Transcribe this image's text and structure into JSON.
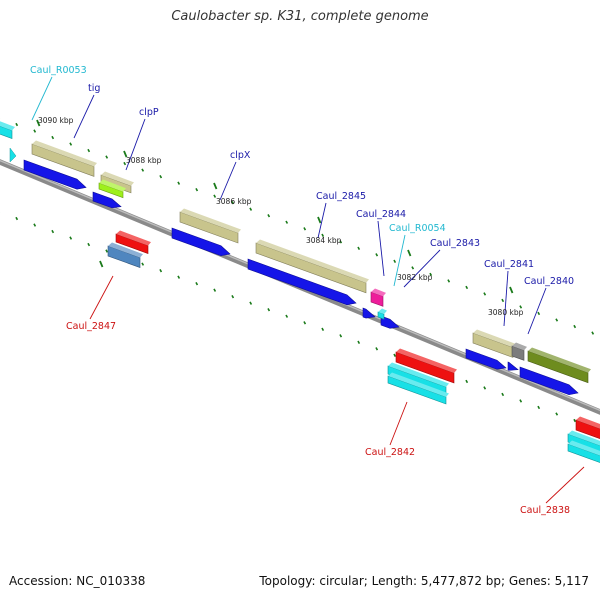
{
  "title": "Caulobacter sp. K31, complete genome",
  "footer": {
    "accession": "Accession: NC_010338",
    "topology": "Topology: circular; Length: 5,477,872 bp; Genes: 5,117"
  },
  "colors": {
    "background": "#ffffff",
    "backbone": "#8a8a8a",
    "tick": "#1a7a1a",
    "label_forward": "#1a1aa8",
    "label_reverse": "#cc1111",
    "label_rna": "#22b8d0",
    "cds_forward": "#1515e8",
    "cds_reverse": "#ee1111",
    "gene_tan": "#c8c48c",
    "gene_olive": "#6e8c1e",
    "gene_lime": "#9ef01c",
    "gene_steel": "#4f86bf",
    "gene_pink": "#ee1c9a",
    "gene_cyan": "#18e0e6",
    "gene_grey": "#7c7c7c"
  },
  "scale_labels": [
    "3090 kbp",
    "3088 kbp",
    "3086 kbp",
    "3084 kbp",
    "3082 kbp",
    "3080 kbp"
  ],
  "gene_labels": [
    {
      "text": "Caul_R0053",
      "type": "rna"
    },
    {
      "text": "tig",
      "type": "forward"
    },
    {
      "text": "clpP",
      "type": "forward"
    },
    {
      "text": "clpX",
      "type": "forward"
    },
    {
      "text": "Caul_2845",
      "type": "forward"
    },
    {
      "text": "Caul_2844",
      "type": "forward"
    },
    {
      "text": "Caul_R0054",
      "type": "rna"
    },
    {
      "text": "Caul_2843",
      "type": "forward"
    },
    {
      "text": "Caul_2841",
      "type": "forward"
    },
    {
      "text": "Caul_2840",
      "type": "forward"
    },
    {
      "text": "Caul_2847",
      "type": "reverse"
    },
    {
      "text": "Caul_2842",
      "type": "reverse"
    },
    {
      "text": "Caul_2838",
      "type": "reverse"
    }
  ]
}
